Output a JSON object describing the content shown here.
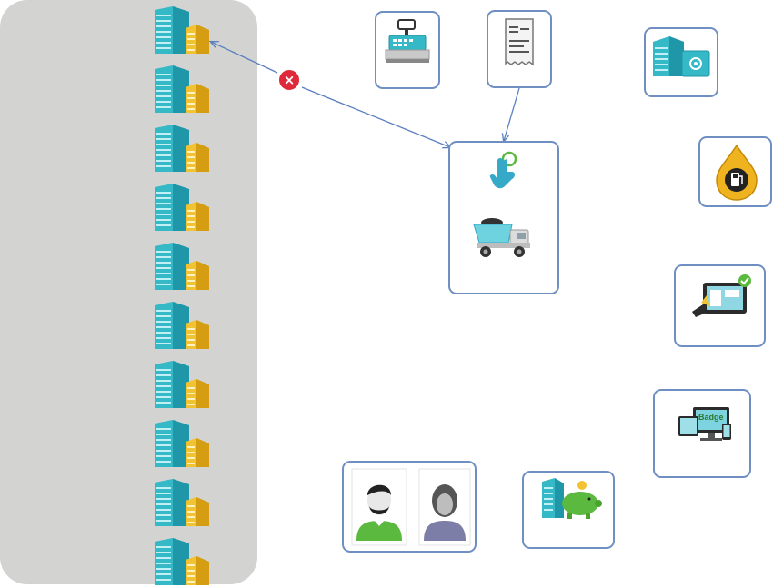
{
  "left_panel": {
    "buildings": [
      "building",
      "building",
      "building",
      "building",
      "building",
      "building",
      "building",
      "building",
      "building",
      "building"
    ]
  },
  "nodes": [
    {
      "id": "cash-register",
      "icon": "cash-register-icon"
    },
    {
      "id": "receipt",
      "icon": "receipt-icon"
    },
    {
      "id": "smart-building",
      "icon": "smart-building-icon"
    },
    {
      "id": "fuel",
      "icon": "fuel-drop-icon"
    },
    {
      "id": "tap-truck",
      "icon": "tap-hand-icon"
    },
    {
      "id": "tablet-payment",
      "icon": "tablet-payment-icon"
    },
    {
      "id": "devices",
      "icon": "devices-icon"
    },
    {
      "id": "people",
      "icon": "people-icon"
    },
    {
      "id": "savings",
      "icon": "piggy-bank-icon"
    }
  ],
  "devices_label": "Badge",
  "connector_blocked": "×",
  "colors": {
    "panel": "#d3d3d1",
    "node_border": "#6f8fc3",
    "arrow": "#5b7fbf",
    "blocked": "#e0283b",
    "teal": "#35b9c7",
    "gold": "#e3b32a",
    "green": "#5cb93f"
  }
}
